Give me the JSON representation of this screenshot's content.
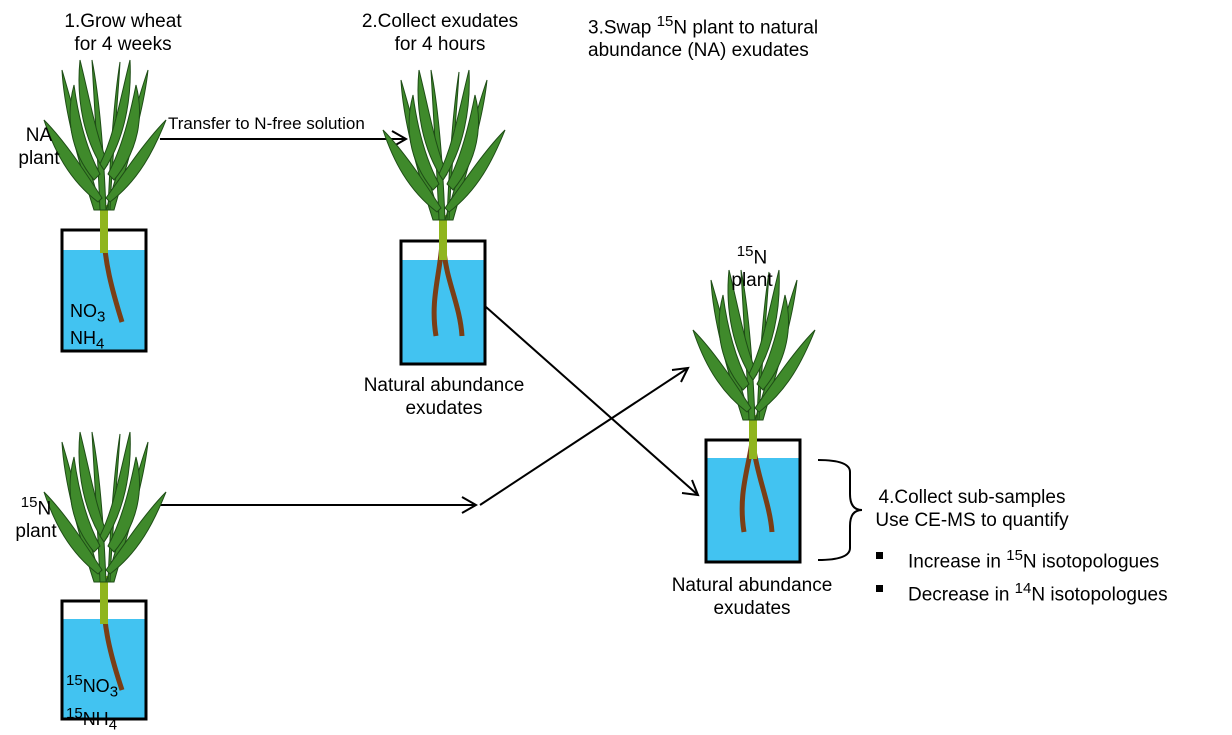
{
  "steps": {
    "s1": {
      "line1": "1.Grow wheat",
      "line2": "for 4 weeks"
    },
    "s2": {
      "line1": "2.Collect exudates",
      "line2": "for 4 hours"
    },
    "s3": {
      "pre": "3.Swap ",
      "sup": "15",
      "post": "N plant to natural",
      "line2": "abundance (NA) exudates"
    },
    "s4": {
      "title": "4.Collect sub-samples",
      "subtitle": "Use CE-MS to quantify",
      "items": [
        {
          "pre": "Increase in ",
          "sup": "15",
          "post": "N isotopologues"
        },
        {
          "pre": "Decrease in ",
          "sup": "14",
          "post": "N isotopologues"
        }
      ]
    }
  },
  "labels": {
    "na_plant": {
      "line1": "NA",
      "line2": "plant"
    },
    "n15_plant_left": {
      "sup": "15",
      "line1": "N",
      "line2": "plant"
    },
    "n15_plant_right": {
      "sup": "15",
      "line1": "N",
      "line2": "plant"
    },
    "transfer": "Transfer to N-free solution",
    "na_exudates_mid": {
      "line1": "Natural abundance",
      "line2": "exudates"
    },
    "na_exudates_right": {
      "line1": "Natural abundance",
      "line2": "exudates"
    },
    "na_solution": {
      "no3": "NO",
      "no3_sub": "3",
      "nh4": "NH",
      "nh4_sub": "4"
    },
    "n15_solution": {
      "sup1": "15",
      "no3": "NO",
      "no3_sub": "3",
      "sup2": "15",
      "nh4": "NH",
      "nh4_sub": "4"
    }
  },
  "colors": {
    "water": "#42c3f1",
    "leaf_fill": "#3f8a2b",
    "leaf_stroke": "#1e4d16",
    "stem": "#8fb51e",
    "root": "#7a3e16"
  }
}
